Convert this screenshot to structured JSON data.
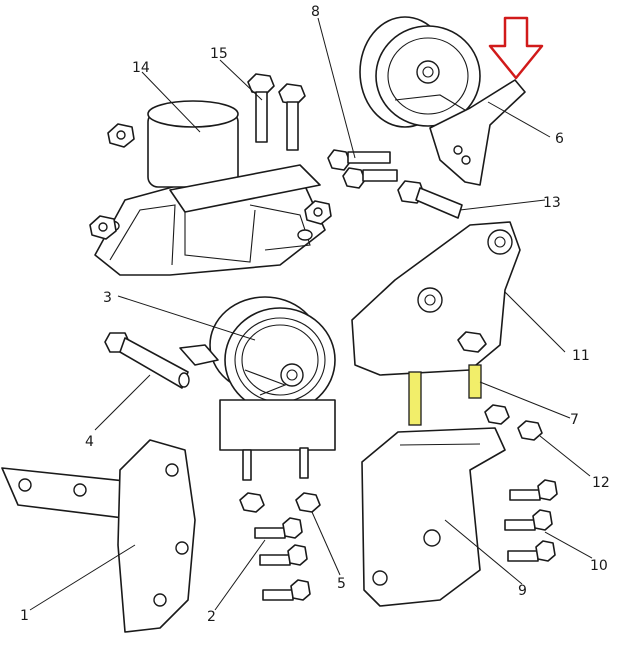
{
  "diagram": {
    "callouts": [
      "1",
      "2",
      "3",
      "4",
      "5",
      "6",
      "7",
      "8",
      "9",
      "10",
      "11",
      "12",
      "13",
      "14",
      "15"
    ]
  },
  "colors": {
    "line": "#1a1a1a",
    "arrow": "#d11a1a",
    "stud_highlight": "#f2ee6a"
  },
  "icons": {
    "indicator": "down-arrow-outline-icon"
  }
}
